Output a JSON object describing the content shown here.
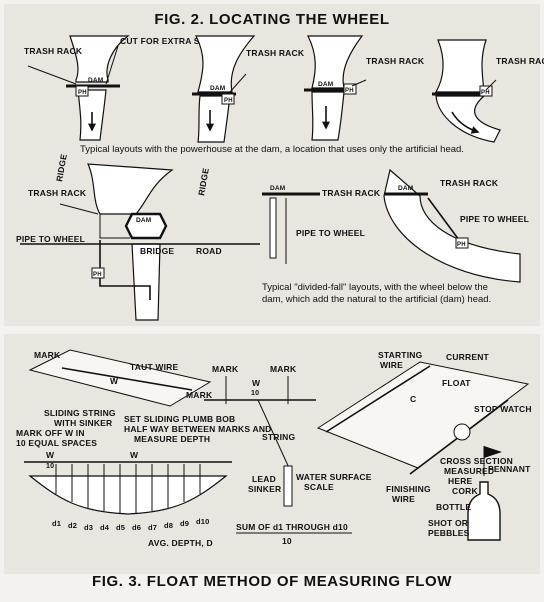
{
  "fig2": {
    "title": "FIG. 2. LOCATING THE WHEEL",
    "panel1": {
      "trash_rack": "TRASH RACK",
      "cut": "CUT FOR EXTRA SPILLWAY",
      "dam": "DAM",
      "ph": "PH"
    },
    "panel2": {
      "trash_rack": "TRASH RACK",
      "dam": "DAM",
      "ph": "PH"
    },
    "panel3": {
      "trash_rack": "TRASH RACK",
      "dam": "DAM",
      "ph": "PH"
    },
    "panel4": {
      "trash_rack": "TRASH RACK",
      "ph": "PH"
    },
    "caption1": "Typical layouts with the powerhouse at the dam, a location that uses only the artificial head.",
    "panel5": {
      "ridge_left": "RIDGE",
      "ridge_right": "RIDGE",
      "trash_rack": "TRASH RACK",
      "dam": "DAM",
      "pipe": "PIPE TO WHEEL",
      "bridge": "BRIDGE",
      "road": "ROAD",
      "ph": "PH"
    },
    "panel6": {
      "dam": "DAM",
      "trash_rack": "TRASH RACK",
      "pipe": "PIPE TO WHEEL"
    },
    "panel7": {
      "dam": "DAM",
      "trash_rack": "TRASH RACK",
      "pipe": "PIPE TO WHEEL",
      "ph": "PH"
    },
    "caption2_line1": "Typical \"divided-fall\" layouts, with the wheel below the",
    "caption2_line2": "dam, which add the natural to the artificial (dam) head."
  },
  "fig3": {
    "title": "FIG. 3. FLOAT METHOD OF MEASURING FLOW",
    "left": {
      "mark_top": "MARK",
      "taut_wire": "TAUT WIRE",
      "w": "W",
      "mark_right": "MARK",
      "sliding_string": "SLIDING STRING",
      "with_sinker": "WITH SINKER",
      "set_plumb_1": "SET SLIDING PLUMB BOB",
      "set_plumb_2": "HALF WAY BETWEEN MARKS AND",
      "set_plumb_3": "MEASURE DEPTH",
      "mark_off_1": "MARK OFF W IN",
      "mark_off_2": "10 EQUAL SPACES",
      "w10_top": "W",
      "w10_bot": "10",
      "w_span": "W",
      "depths": [
        "d1",
        "d2",
        "d3",
        "d4",
        "d5",
        "d6",
        "d7",
        "d8",
        "d9",
        "d10"
      ],
      "avg_depth": "AVG. DEPTH, D"
    },
    "middle": {
      "mark_left": "MARK",
      "mark_right": "MARK",
      "w10_top": "W",
      "w10_bot": "10",
      "string": "STRING",
      "lead": "LEAD",
      "sinker": "SINKER",
      "water_surface": "WATER SURFACE",
      "scale": "SCALE",
      "sum_line": "SUM OF d1 THROUGH d10",
      "sum_den": "10"
    },
    "right": {
      "starting": "STARTING",
      "wire": "WIRE",
      "current": "CURRENT",
      "float": "FLOAT",
      "c": "C",
      "stop_watch": "STOP WATCH",
      "cross_1": "CROSS SECTION",
      "cross_2": "MEASURED",
      "cross_3": "HERE",
      "pennant": "PENNANT",
      "cork": "CORK",
      "finishing": "FINISHING",
      "finishing_wire": "WIRE",
      "bottle": "BOTTLE",
      "shot_1": "SHOT OR",
      "shot_2": "PEBBLES"
    }
  }
}
